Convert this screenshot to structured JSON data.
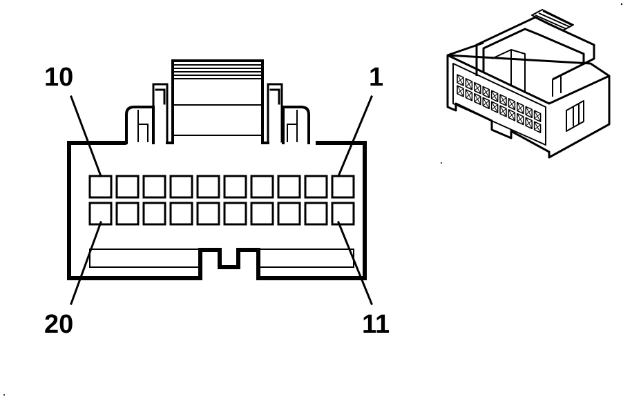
{
  "connector_face": {
    "label_top_left": "10",
    "label_top_right": "1",
    "label_bottom_left": "20",
    "label_bottom_right": "11",
    "rows": 2,
    "pins_per_row": 10
  },
  "iso_view": {
    "rows": 2,
    "pins_per_row": 10
  }
}
